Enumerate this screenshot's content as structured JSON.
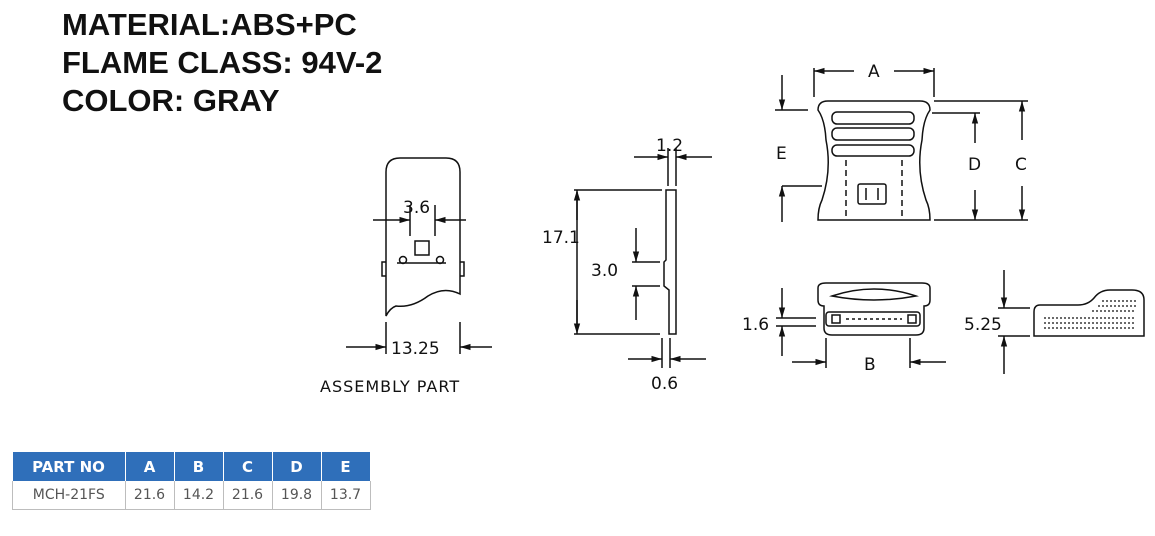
{
  "specs": {
    "material": "MATERIAL:ABS+PC",
    "flame_class": "FLAME CLASS: 94V-2",
    "color": "COLOR:  GRAY"
  },
  "assembly_view": {
    "caption": "ASSEMBLY PART",
    "width_label": "13.25",
    "hole_label": "3.6"
  },
  "side_view": {
    "thickness_top": "1.2",
    "height_label": "17.1",
    "step_label": "3.0",
    "thickness_bottom": "0.6"
  },
  "front_view": {
    "label_a": "A",
    "label_e": "E",
    "label_d": "D",
    "label_c": "C"
  },
  "bottom_view": {
    "label_thickness": "1.6",
    "label_b": "B"
  },
  "end_view": {
    "label_height": "5.25"
  },
  "table": {
    "headers": [
      "PART NO",
      "A",
      "B",
      "C",
      "D",
      "E"
    ],
    "row": [
      "MCH-21FS",
      "21.6",
      "14.2",
      "21.6",
      "19.8",
      "13.7"
    ]
  },
  "colors": {
    "header_bg": "#2f6fba",
    "line": "#111111"
  }
}
